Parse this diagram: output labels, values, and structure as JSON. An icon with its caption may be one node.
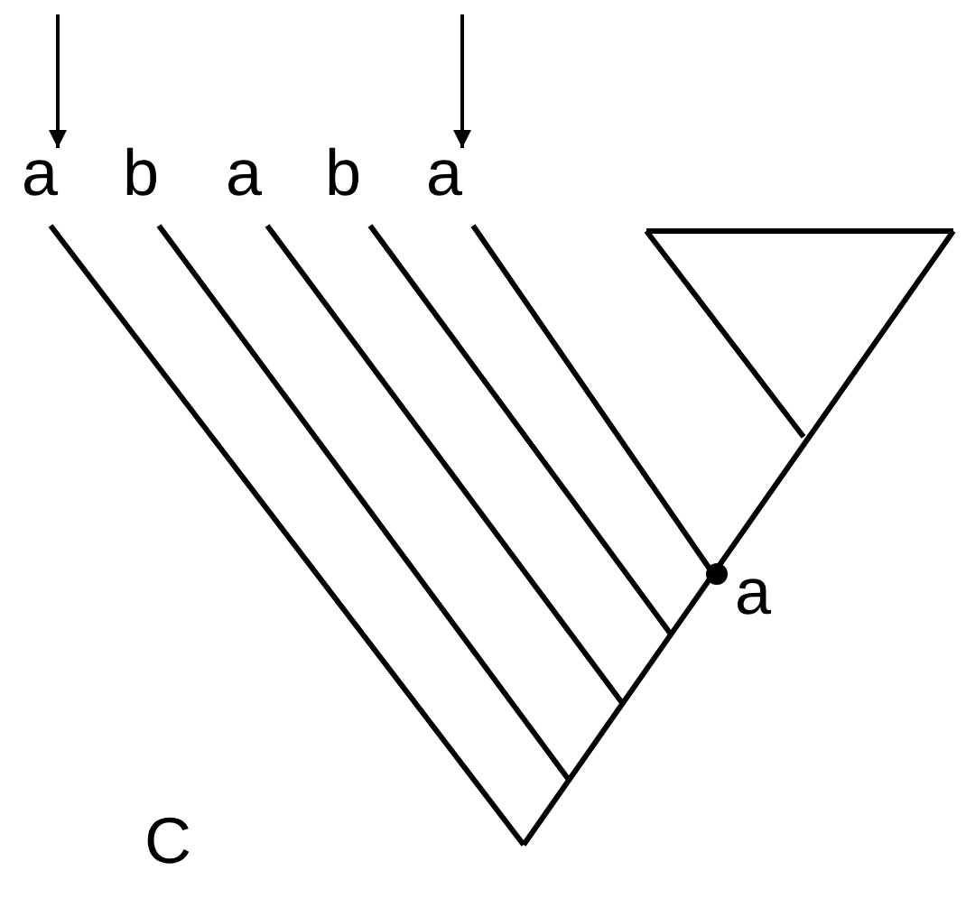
{
  "diagram": {
    "nodes": [
      {
        "text": [
          "a"
        ]
      },
      {
        "text": [
          "b"
        ]
      },
      {
        "text": [
          "a"
        ]
      },
      {
        "text": [
          "b"
        ]
      },
      {
        "text": [
          "a"
        ]
      },
      {
        "text": [],
        "shape": "circle",
        "beside": [
          "a"
        ]
      }
    ],
    "edges": [
      {
        "from": null,
        "to": 0,
        "arrow": "to"
      },
      {
        "from": null,
        "to": 4,
        "arrow": "to"
      }
    ],
    "labels": [
      "C"
    ]
  }
}
